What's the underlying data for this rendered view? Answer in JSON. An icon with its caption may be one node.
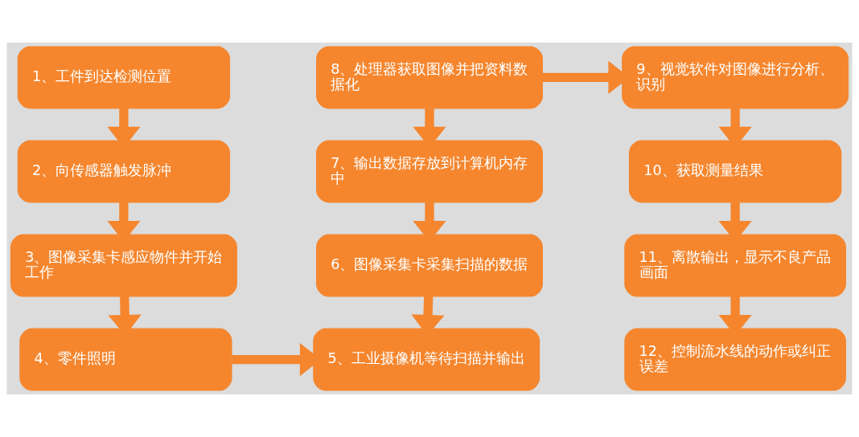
{
  "diagram": {
    "nodes": [
      {
        "text": [
          "1、工件到达检测位置"
        ]
      },
      {
        "text": [
          "2、向传感器触发脉冲"
        ]
      },
      {
        "text": [
          "3、图像采集卡感应物件并开始工作"
        ]
      },
      {
        "text": [
          "4、零件照明"
        ]
      },
      {
        "text": [
          "5、工业摄像机等待扫描并输出"
        ]
      },
      {
        "text": [
          "6、图像采集卡采集扫描的数据"
        ]
      },
      {
        "text": [
          "7、输出数据存放到计算机内存中"
        ]
      },
      {
        "text": [
          "8、处理器获取图像并把资料数据化"
        ]
      },
      {
        "text": [
          "9、视觉软件对图像进行分析、识别"
        ]
      },
      {
        "text": [
          "10、获取测量结果"
        ]
      },
      {
        "text": [
          "11、离散输出，显示不良产品画面"
        ]
      },
      {
        "text": [
          "12、控制流水线的动作或纠正误差"
        ]
      }
    ],
    "edges": [
      {
        "from": 0,
        "to": 1,
        "arrow": "to"
      },
      {
        "from": 1,
        "to": 2,
        "arrow": "to"
      },
      {
        "from": 2,
        "to": 3,
        "arrow": "to"
      },
      {
        "from": 3,
        "to": 4,
        "arrow": "to"
      },
      {
        "from": 7,
        "to": 6,
        "arrow": "to"
      },
      {
        "from": 6,
        "to": 5,
        "arrow": "to"
      },
      {
        "from": 5,
        "to": 4,
        "arrow": "to"
      },
      {
        "from": 7,
        "to": 8,
        "arrow": "to"
      },
      {
        "from": 8,
        "to": 9,
        "arrow": "to"
      },
      {
        "from": 9,
        "to": 10,
        "arrow": "to"
      },
      {
        "from": 10,
        "to": 11,
        "arrow": "to"
      }
    ]
  }
}
